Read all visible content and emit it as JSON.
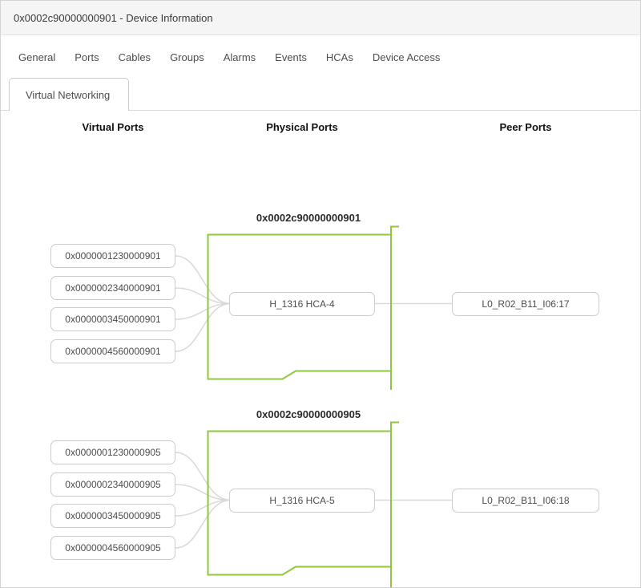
{
  "window": {
    "title": "0x0002c90000000901 - Device Information"
  },
  "tabs": {
    "row1": [
      "General",
      "Ports",
      "Cables",
      "Groups",
      "Alarms",
      "Events",
      "HCAs",
      "Device Access"
    ],
    "active": "Virtual Networking"
  },
  "columns": {
    "virtual": "Virtual Ports",
    "physical": "Physical Ports",
    "peer": "Peer Ports"
  },
  "groups": [
    {
      "guid": "0x0002c90000000901",
      "virtual_ports": [
        "0x0000001230000901",
        "0x0000002340000901",
        "0x0000003450000901",
        "0x0000004560000901"
      ],
      "physical_port": "H_1316 HCA-4",
      "peer_port": "L0_R02_B11_I06:17"
    },
    {
      "guid": "0x0002c90000000905",
      "virtual_ports": [
        "0x0000001230000905",
        "0x0000002340000905",
        "0x0000003450000905",
        "0x0000004560000905"
      ],
      "physical_port": "H_1316 HCA-5",
      "peer_port": "L0_R02_B11_I06:18"
    }
  ],
  "colors": {
    "accent_green": "#8fc73e",
    "connector_gray": "#d9d9d9",
    "titlebar_bg": "#f5f5f5"
  }
}
